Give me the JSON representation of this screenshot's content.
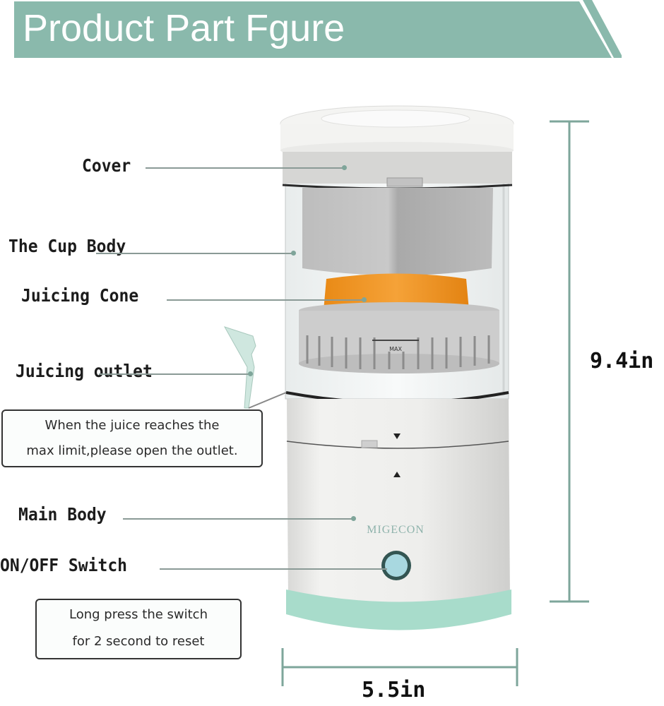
{
  "banner": {
    "title": "Product Part Fgure",
    "color": "#8ab9ac"
  },
  "labels": {
    "cover": "Cover",
    "cup_body": "The Cup Body",
    "juicing_cone": "Juicing Cone",
    "juicing_outlet": "Juicing outlet",
    "main_body": "Main Body",
    "switch": "ON/OFF Switch"
  },
  "notes": {
    "outlet_note": {
      "line1": "When the juice reaches the",
      "line2": "max limit,please open the outlet."
    },
    "switch_note": {
      "line1": "Long press the switch",
      "line2": "for 2 second to reset"
    }
  },
  "product": {
    "brand": "MIGECON",
    "max_mark": "MAX",
    "accent_color": "#a8dccb",
    "fruit_color": "#f0921e"
  },
  "dimensions": {
    "height": "9.4in",
    "width": "5.5in",
    "line_color": "#7ea69b"
  }
}
